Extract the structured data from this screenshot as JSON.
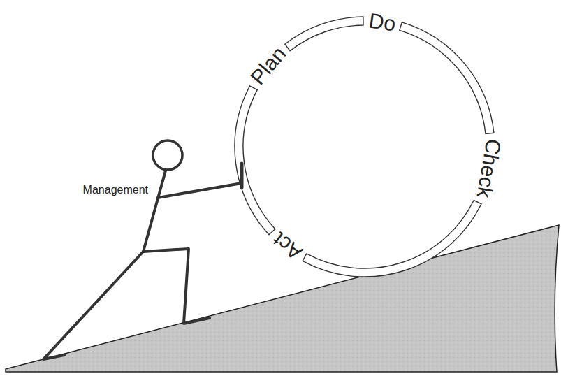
{
  "diagram": {
    "labels": [
      "Plan",
      "Do",
      "Check",
      "Act",
      "Management"
    ]
  }
}
